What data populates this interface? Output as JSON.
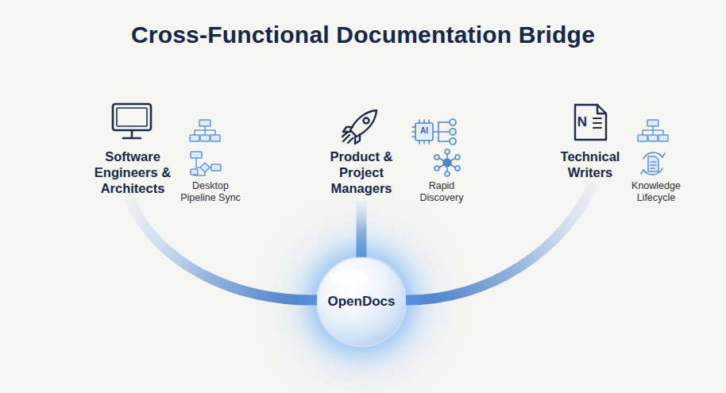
{
  "diagram": {
    "title": "Cross-Functional Documentation Bridge",
    "nodes": [
      {
        "text": [
          "Software Engineers & Architects"
        ]
      },
      {
        "text": [
          "Product & Project Managers"
        ]
      },
      {
        "text": [
          "Technical Writers"
        ]
      },
      {
        "text": [
          "OpenDocs"
        ]
      }
    ],
    "edges": [
      {
        "from": 0,
        "to": 3,
        "arrow": "none"
      },
      {
        "from": 1,
        "to": 3,
        "arrow": "none"
      },
      {
        "from": 2,
        "to": 3,
        "arrow": "none"
      }
    ],
    "labels": [
      "Desktop Pipeline Sync",
      "AI",
      "Rapid Discovery",
      "N",
      "Knowledge Lifecycle"
    ]
  }
}
